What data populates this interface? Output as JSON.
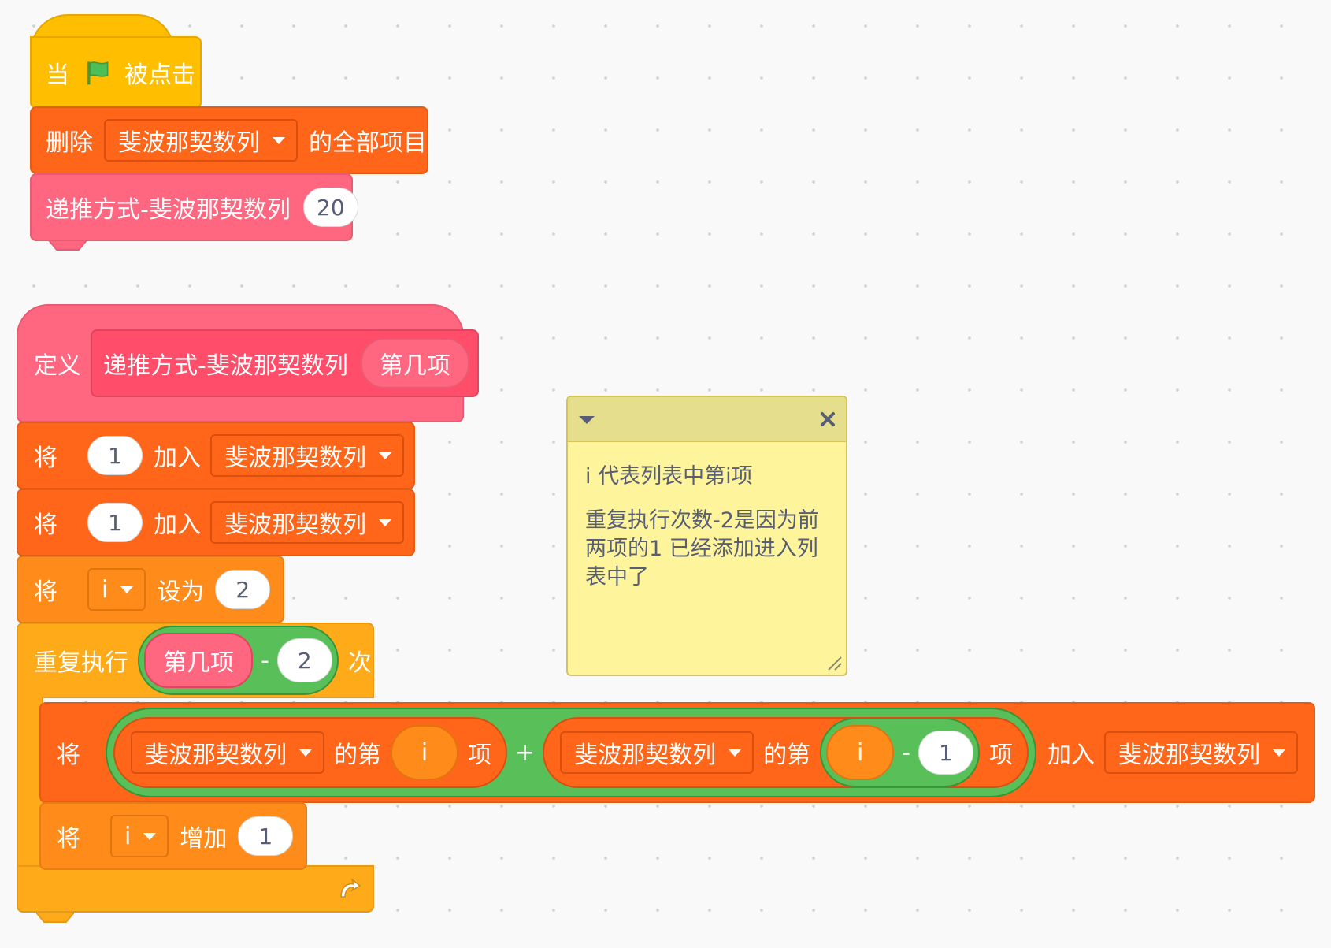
{
  "script1": {
    "hat": {
      "when": "当",
      "clicked": "被点击"
    },
    "delete_all": {
      "prefix": "删除",
      "list": "斐波那契数列",
      "suffix": "的全部项目"
    },
    "call": {
      "name": "递推方式-斐波那契数列",
      "arg": "20"
    }
  },
  "script2": {
    "define": {
      "label": "定义",
      "name": "递推方式-斐波那契数列",
      "param": "第几项"
    },
    "add1": {
      "prefix": "将",
      "value": "1",
      "mid": "加入",
      "list": "斐波那契数列"
    },
    "add2": {
      "prefix": "将",
      "value": "1",
      "mid": "加入",
      "list": "斐波那契数列"
    },
    "set_i": {
      "prefix": "将",
      "var": "i",
      "mid": "设为",
      "value": "2"
    },
    "repeat": {
      "prefix": "重复执行",
      "param": "第几项",
      "op": "-",
      "value": "2",
      "suffix": "次"
    },
    "add_sum": {
      "prefix": "将",
      "list_a": "斐波那契数列",
      "of_a": "的第",
      "idx_a": "i",
      "item_a": "项",
      "plus": "+",
      "list_b": "斐波那契数列",
      "of_b": "的第",
      "idx_b": "i",
      "minus": "-",
      "sub_val": "1",
      "item_b": "项",
      "mid": "加入",
      "list_target": "斐波那契数列"
    },
    "change_i": {
      "prefix": "将",
      "var": "i",
      "mid": "增加",
      "value": "1"
    }
  },
  "comment": {
    "line1": "i 代表列表中第i项",
    "line2": "重复执行次数-2是因为前",
    "line3": "两项的1 已经添加进入列",
    "line4": "表中了"
  },
  "icons": {
    "flag": "green-flag-icon",
    "loop": "loop-arrow-icon",
    "collapse": "caret-down-icon",
    "close": "close-icon",
    "resize": "resize-grip-icon"
  },
  "colors": {
    "events": "#ffbf00",
    "lists": "#ff661a",
    "variables": "#ff8c1a",
    "control": "#ffab19",
    "myblocks": "#ff6680",
    "operators": "#59c059",
    "comment": "#fef49c"
  }
}
